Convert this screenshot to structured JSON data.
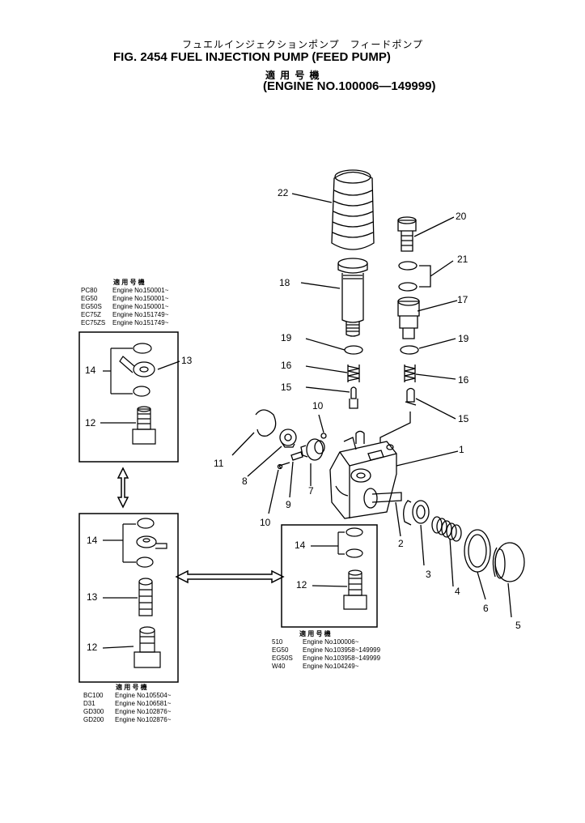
{
  "header": {
    "jp_title": "フュエルインジェクションポンプ　フィードポンプ",
    "fig_title": "FIG. 2454  FUEL INJECTION PUMP (FEED PUMP)",
    "jp_applic": "適 用 号 機",
    "engine_range": "(ENGINE NO.100006—149999)"
  },
  "callouts": [
    "1",
    "2",
    "3",
    "4",
    "5",
    "6",
    "7",
    "8",
    "9",
    "10",
    "11",
    "12",
    "13",
    "14",
    "15",
    "16",
    "17",
    "18",
    "19",
    "20",
    "21",
    "22"
  ],
  "applicability": {
    "left_top": {
      "heading": "適 用 号 機",
      "rows": [
        {
          "model": "PC80",
          "label": "Engine No.",
          "serial": "150001~"
        },
        {
          "model": "EG50",
          "label": "Engine No.",
          "serial": "150001~"
        },
        {
          "model": "EG50S",
          "label": "Engine No.",
          "serial": "150001~"
        },
        {
          "model": "EC75Z",
          "label": "Engine No.",
          "serial": "151749~"
        },
        {
          "model": "EC75ZS",
          "label": "Engine No.",
          "serial": "151749~"
        }
      ]
    },
    "left_bottom": {
      "heading": "適 用 号 機",
      "rows": [
        {
          "model": "BC100",
          "label": "Engine No.",
          "serial": "105504~"
        },
        {
          "model": "D31",
          "label": "Engine No.",
          "serial": "106581~"
        },
        {
          "model": "GD300",
          "label": "Engine No.",
          "serial": "102876~"
        },
        {
          "model": "GD200",
          "label": "Engine No.",
          "serial": "102876~"
        }
      ]
    },
    "right": {
      "heading": "適 用 号 機",
      "rows": [
        {
          "model": "510",
          "label": "Engine No.",
          "serial": "100006~"
        },
        {
          "model": "EG50",
          "label": "Engine No.",
          "serial": "103958~149999"
        },
        {
          "model": "EG50S",
          "label": "Engine No.",
          "serial": "103958~149999"
        },
        {
          "model": "W40",
          "label": "Engine No.",
          "serial": "104249~"
        }
      ]
    }
  }
}
